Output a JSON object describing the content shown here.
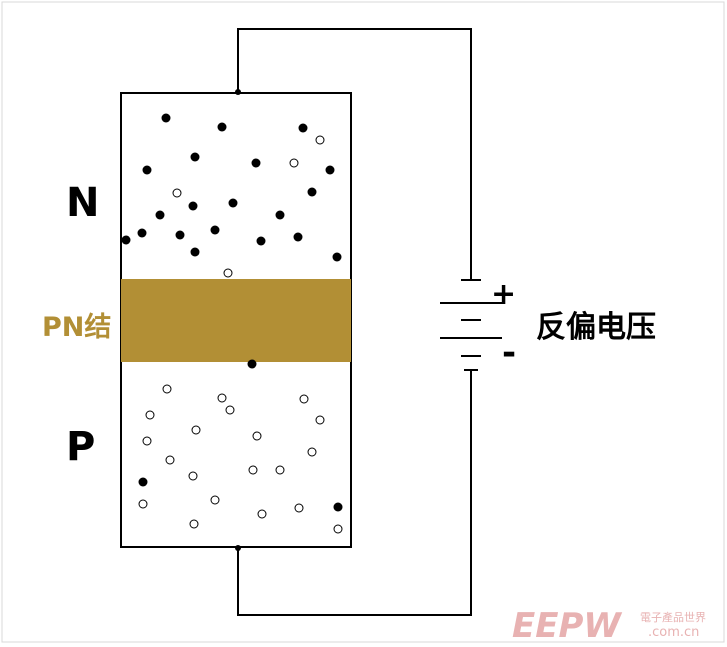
{
  "labels": {
    "n_region": "N",
    "p_region": "P",
    "junction": "PN结",
    "bias": "反偏电压",
    "plus": "+",
    "minus": "-"
  },
  "watermark": {
    "logo": "EEPW",
    "site_cn": "電子產品世界",
    "domain": ".com.cn"
  },
  "colors": {
    "junction": "#b28f35",
    "wire": "#000000",
    "watermark": "#e8b2b2"
  },
  "carriers": {
    "n_region_electrons": 20,
    "n_region_holes": 3,
    "p_region_electrons": 2,
    "p_region_holes": 20,
    "junction_edge_electrons": 1,
    "junction_edge_holes": 1
  }
}
